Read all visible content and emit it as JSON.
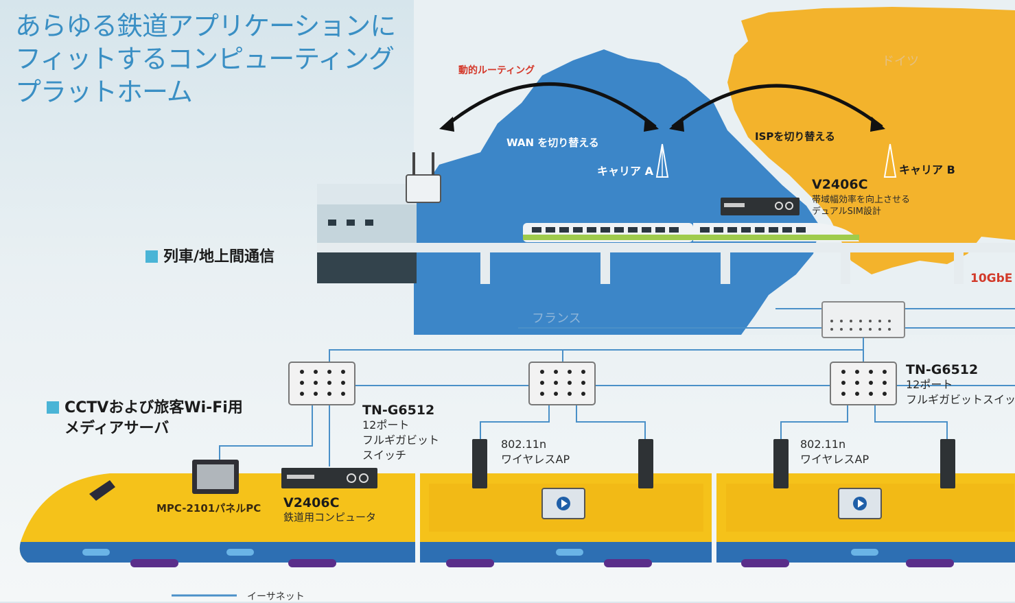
{
  "title": {
    "line1": "あらゆる鉄道アプリケーションに",
    "line2": "フィットするコンピューティング",
    "line3": "プラットホーム"
  },
  "map": {
    "routing_label": "動的ルーティング",
    "wan_label": "WAN を切り替える",
    "isp_label": "ISPを切り替える",
    "carrier_a": "キャリア A",
    "carrier_b": "キャリア B",
    "germany": "ドイツ",
    "france": "フランス",
    "v2406c_title": "V2406C",
    "v2406c_sub1": "帯域幅効率を向上させる",
    "v2406c_sub2": "デュアルSIM設計",
    "tengbe": "10GbE"
  },
  "sections": {
    "train_ground": "列車/地上間通信",
    "cctv_line1": "CCTVおよび旅客Wi-Fi用",
    "cctv_line2": "メディアサーバ"
  },
  "switches": {
    "left_title": "TN-G6512",
    "left_sub1": "12ポート",
    "left_sub2": "フルギガビット",
    "left_sub3": "スイッチ",
    "right_title": "TN-G6512",
    "right_sub1": "12ポート",
    "right_sub2": "フルギガビットスイッチ"
  },
  "ap": {
    "left_line1": "802.11n",
    "left_line2": "ワイヤレスAP",
    "right_line1": "802.11n",
    "right_line2": "ワイヤレスAP"
  },
  "train": {
    "panel_pc": "MPC-2101パネルPC",
    "computer_title": "V2406C",
    "computer_sub": "鉄道用コンピュータ"
  },
  "legend": {
    "ethernet": "イーサネット"
  },
  "colors": {
    "map_blue": "#3c86c8",
    "germany_yellow": "#f3b32c",
    "train_yellow": "#f5c21a",
    "train_blue": "#2d6fb3",
    "ethernet_line": "#4a90c8"
  }
}
